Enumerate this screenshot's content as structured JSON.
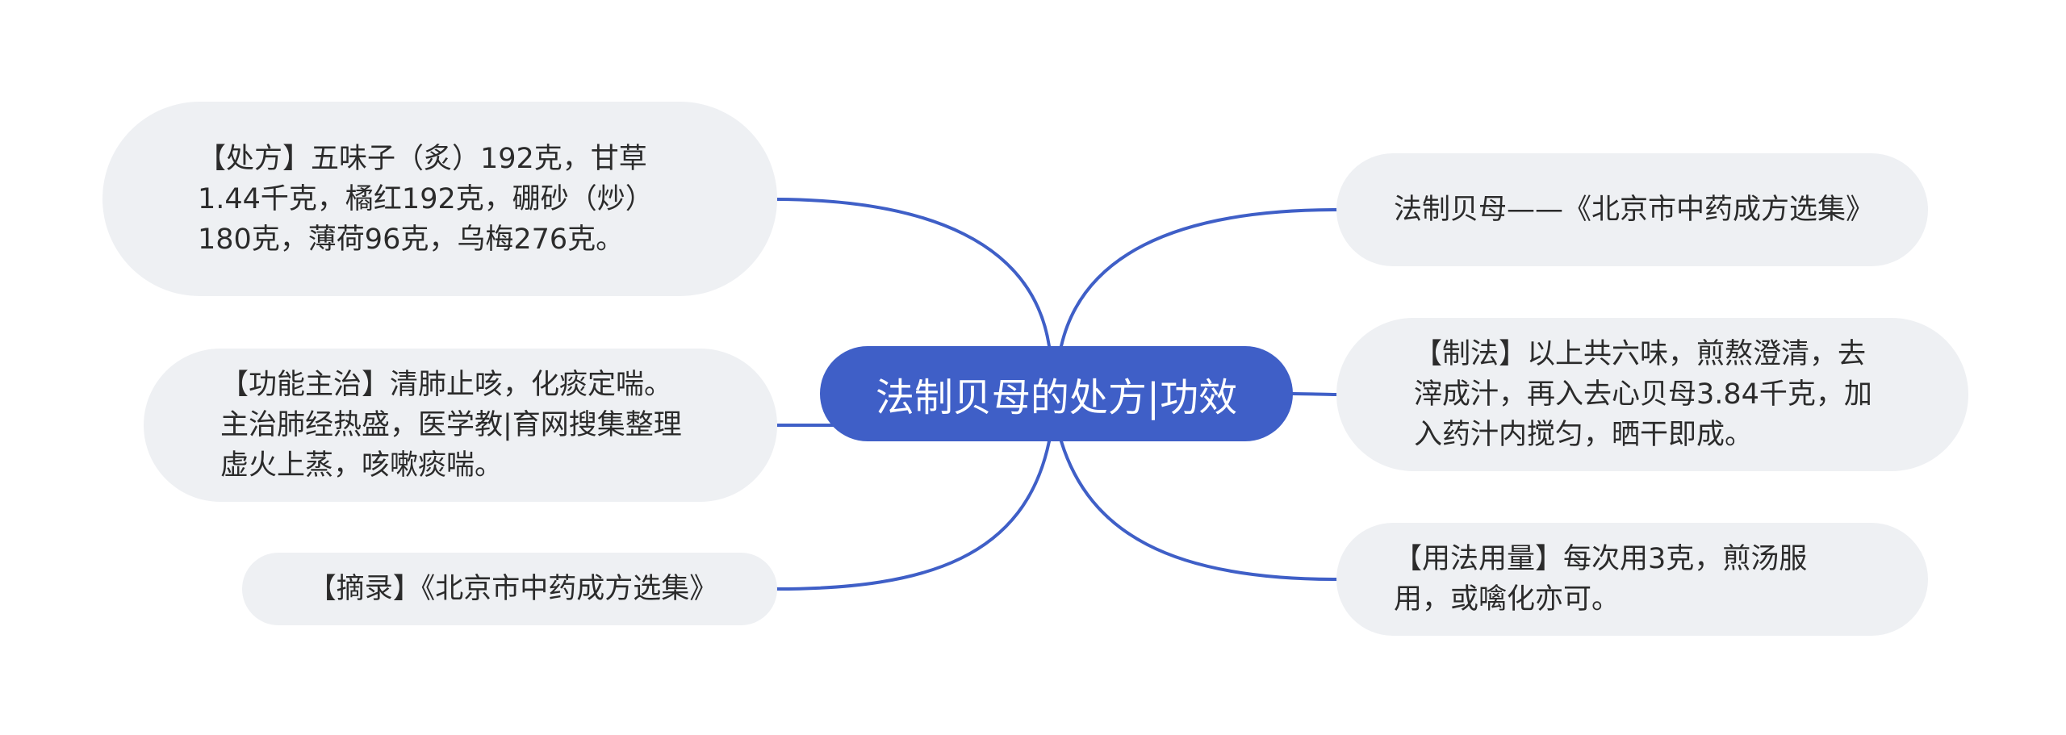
{
  "diagram": {
    "type": "mind-map",
    "colors": {
      "center_fill": "#3f5fc7",
      "center_text": "#ffffff",
      "node_fill": "#eef0f3",
      "node_text": "#2b2b2b",
      "connector": "#3f5fc7"
    },
    "center": {
      "label": "法制贝母的处方|功效"
    },
    "left_branches": [
      {
        "id": "prescription",
        "text": "【处方】五味子（炙）192克，甘草1.44千克，橘红192克，硼砂（炒）180克，薄荷96克，乌梅276克。"
      },
      {
        "id": "function",
        "text": "【功能主治】清肺止咳，化痰定喘。主治肺经热盛，医学教|育网搜集整理虚火上蒸，咳嗽痰喘。"
      },
      {
        "id": "excerpt",
        "text": "【摘录】《北京市中药成方选集》"
      }
    ],
    "right_branches": [
      {
        "id": "source",
        "text": "法制贝母——《北京市中药成方选集》"
      },
      {
        "id": "method",
        "text": "【制法】以上共六味，煎熬澄清，去滓成汁，再入去心贝母3.84千克，加入药汁内搅匀，晒干即成。"
      },
      {
        "id": "usage",
        "text": "【用法用量】每次用3克，煎汤服用，或噙化亦可。"
      }
    ]
  }
}
